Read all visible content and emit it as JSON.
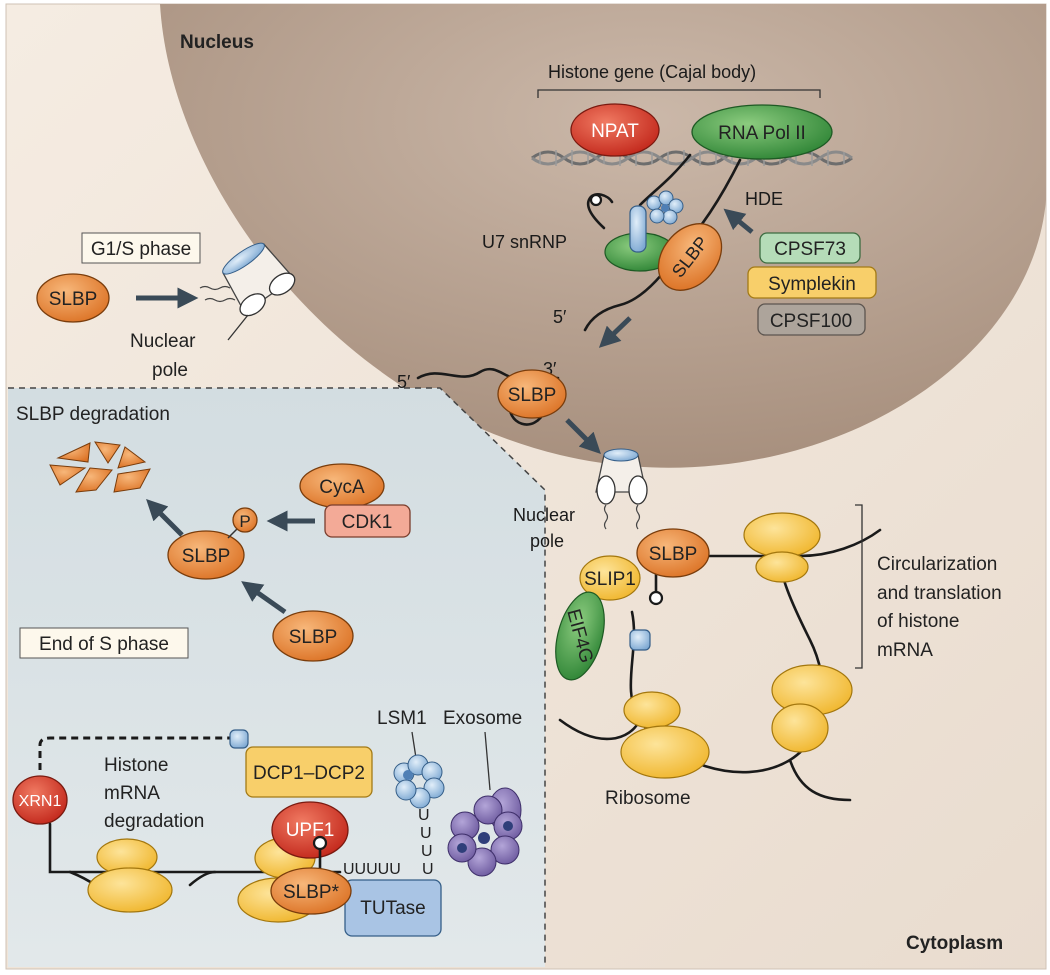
{
  "regions": {
    "nucleus": "Nucleus",
    "cytoplasm": "Cytoplasm"
  },
  "labels": {
    "histone_gene": "Histone gene (Cajal body)",
    "npat": "NPAT",
    "rna_pol": "RNA Pol II",
    "hde": "HDE",
    "u7": "U7 snRNP",
    "slbp": "SLBP",
    "slbp_star": "SLBP*",
    "cpsf73": "CPSF73",
    "symplekin": "Symplekin",
    "cpsf100": "CPSF100",
    "five_prime": "5′",
    "three_prime": "3′",
    "g1s": "G1/S phase",
    "nuclear_pole_line1": "Nuclear",
    "nuclear_pole_line2": "pole",
    "slbp_degradation": "SLBP degradation",
    "cyca": "CycA",
    "cdk1": "CDK1",
    "p": "P",
    "end_s": "End of S phase",
    "slip1": "SLIP1",
    "eif4g": "EIF4G",
    "circ_1": "Circularization",
    "circ_2": "and translation",
    "circ_3": "of histone",
    "circ_4": "mRNA",
    "ribosome": "Ribosome",
    "lsm1": "LSM1",
    "exosome": "Exosome",
    "xrn1": "XRN1",
    "hist_deg_1": "Histone",
    "hist_deg_2": "mRNA",
    "hist_deg_3": "degradation",
    "dcp": "DCP1–DCP2",
    "upf1": "UPF1",
    "tutase": "TUTase",
    "uuuuu": "UUUUU",
    "u": "U"
  },
  "colors": {
    "orange": "#e8893a",
    "red": "#d8402b",
    "green": "#4fa34c",
    "yellow": "#f6c84a",
    "blue": "#a9c9e6",
    "purple": "#8c79b8",
    "nucleus": "#bfa897",
    "cytoplasm": "#efe3d7",
    "panel": "#d9e0e3"
  }
}
